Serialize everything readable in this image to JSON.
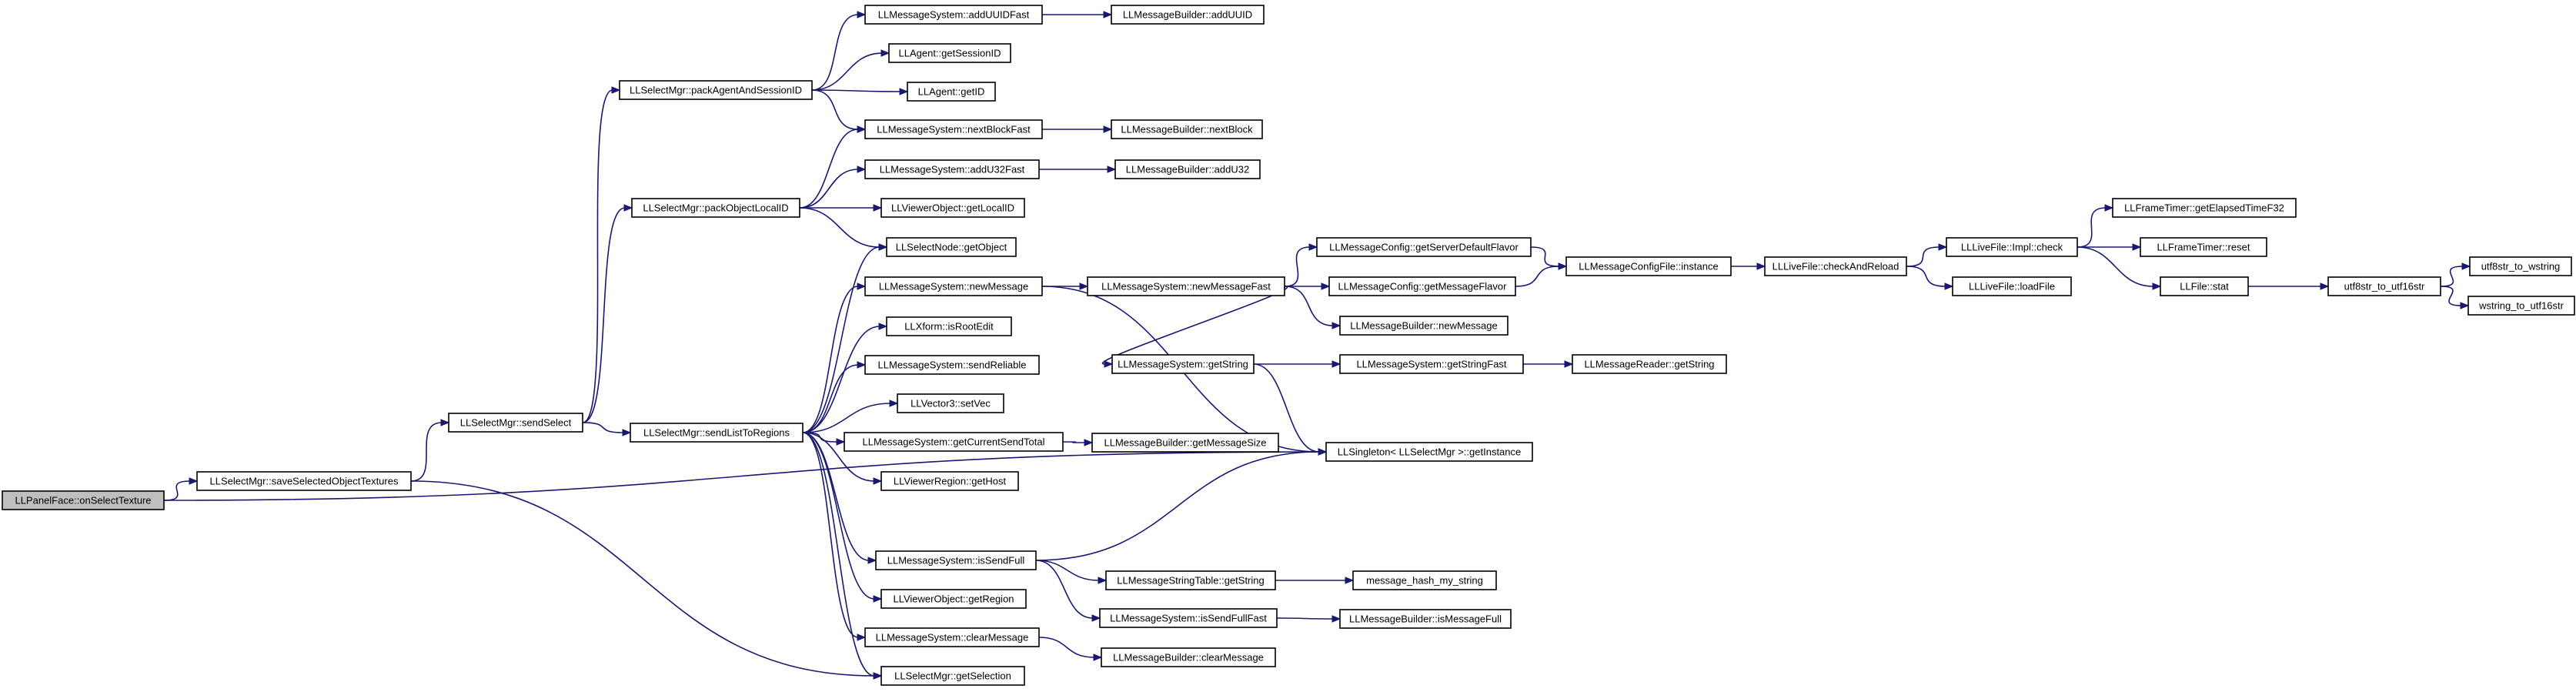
{
  "graph": {
    "edge_color": "#191970",
    "root_fill": "#bfbfbf",
    "nodes": [
      {
        "id": "n0",
        "label": "LLPanelFace::onSelectTexture",
        "root": true
      },
      {
        "id": "n1",
        "label": "LLSelectMgr::saveSelectedObjectTextures"
      },
      {
        "id": "n2",
        "label": "LLSelectMgr::sendSelect"
      },
      {
        "id": "n3",
        "label": "LLSelectMgr::packAgentAndSessionID"
      },
      {
        "id": "n4",
        "label": "LLSelectMgr::packObjectLocalID"
      },
      {
        "id": "n5",
        "label": "LLSelectMgr::sendListToRegions"
      },
      {
        "id": "n6",
        "label": "LLMessageSystem::addUUIDFast"
      },
      {
        "id": "n7",
        "label": "LLAgent::getSessionID"
      },
      {
        "id": "n8",
        "label": "LLAgent::getID"
      },
      {
        "id": "n9",
        "label": "LLMessageSystem::nextBlockFast"
      },
      {
        "id": "n10",
        "label": "LLMessageSystem::addU32Fast"
      },
      {
        "id": "n11",
        "label": "LLViewerObject::getLocalID"
      },
      {
        "id": "n12",
        "label": "LLSelectNode::getObject"
      },
      {
        "id": "n13",
        "label": "LLMessageSystem::newMessage"
      },
      {
        "id": "n14",
        "label": "LLXform::isRootEdit"
      },
      {
        "id": "n15",
        "label": "LLMessageSystem::sendReliable"
      },
      {
        "id": "n16",
        "label": "LLVector3::setVec"
      },
      {
        "id": "n17",
        "label": "LLMessageSystem::getCurrentSendTotal"
      },
      {
        "id": "n18",
        "label": "LLViewerRegion::getHost"
      },
      {
        "id": "n19",
        "label": "LLMessageSystem::isSendFull"
      },
      {
        "id": "n20",
        "label": "LLViewerObject::getRegion"
      },
      {
        "id": "n21",
        "label": "LLMessageSystem::clearMessage"
      },
      {
        "id": "n22",
        "label": "LLSelectMgr::getSelection"
      },
      {
        "id": "n23",
        "label": "LLMessageBuilder::addUUID"
      },
      {
        "id": "n24",
        "label": "LLMessageBuilder::nextBlock"
      },
      {
        "id": "n25",
        "label": "LLMessageBuilder::addU32"
      },
      {
        "id": "n26",
        "label": "LLMessageSystem::newMessageFast"
      },
      {
        "id": "n27",
        "label": "LLMessageSystem::getString"
      },
      {
        "id": "n28",
        "label": "LLMessageBuilder::getMessageSize"
      },
      {
        "id": "n29",
        "label": "LLMessageStringTable::getString"
      },
      {
        "id": "n30",
        "label": "LLMessageSystem::isSendFullFast"
      },
      {
        "id": "n31",
        "label": "LLMessageBuilder::clearMessage"
      },
      {
        "id": "n32",
        "label": "LLMessageConfig::getServerDefaultFlavor"
      },
      {
        "id": "n33",
        "label": "LLMessageConfig::getMessageFlavor"
      },
      {
        "id": "n34",
        "label": "LLMessageBuilder::newMessage"
      },
      {
        "id": "n35",
        "label": "LLMessageSystem::getStringFast"
      },
      {
        "id": "n36",
        "label": "LLSingleton< LLSelectMgr >::getInstance"
      },
      {
        "id": "n37",
        "label": "message_hash_my_string"
      },
      {
        "id": "n38",
        "label": "LLMessageBuilder::isMessageFull"
      },
      {
        "id": "n39",
        "label": "LLMessageConfigFile::instance"
      },
      {
        "id": "n40",
        "label": "LLMessageReader::getString"
      },
      {
        "id": "n41",
        "label": "LLLiveFile::checkAndReload"
      },
      {
        "id": "n42",
        "label": "LLLiveFile::Impl::check"
      },
      {
        "id": "n43",
        "label": "LLLiveFile::loadFile"
      },
      {
        "id": "n44",
        "label": "LLFrameTimer::getElapsedTimeF32"
      },
      {
        "id": "n45",
        "label": "LLFrameTimer::reset"
      },
      {
        "id": "n46",
        "label": "LLFile::stat"
      },
      {
        "id": "n47",
        "label": "utf8str_to_utf16str"
      },
      {
        "id": "n48",
        "label": "utf8str_to_wstring"
      },
      {
        "id": "n49",
        "label": "wstring_to_utf16str"
      }
    ],
    "edges": [
      [
        "n0",
        "n1"
      ],
      [
        "n0",
        "n36"
      ],
      [
        "n1",
        "n2"
      ],
      [
        "n1",
        "n22"
      ],
      [
        "n2",
        "n3"
      ],
      [
        "n2",
        "n4"
      ],
      [
        "n2",
        "n5"
      ],
      [
        "n3",
        "n6"
      ],
      [
        "n3",
        "n7"
      ],
      [
        "n3",
        "n8"
      ],
      [
        "n3",
        "n9"
      ],
      [
        "n4",
        "n9"
      ],
      [
        "n4",
        "n10"
      ],
      [
        "n4",
        "n11"
      ],
      [
        "n4",
        "n12"
      ],
      [
        "n5",
        "n12"
      ],
      [
        "n5",
        "n13"
      ],
      [
        "n5",
        "n14"
      ],
      [
        "n5",
        "n15"
      ],
      [
        "n5",
        "n16"
      ],
      [
        "n5",
        "n17"
      ],
      [
        "n5",
        "n18"
      ],
      [
        "n5",
        "n19"
      ],
      [
        "n5",
        "n20"
      ],
      [
        "n5",
        "n21"
      ],
      [
        "n5",
        "n22"
      ],
      [
        "n6",
        "n23"
      ],
      [
        "n9",
        "n24"
      ],
      [
        "n10",
        "n25"
      ],
      [
        "n13",
        "n26"
      ],
      [
        "n13",
        "n36"
      ],
      [
        "n26",
        "n32"
      ],
      [
        "n26",
        "n33"
      ],
      [
        "n26",
        "n34"
      ],
      [
        "n26",
        "n27"
      ],
      [
        "n27",
        "n35"
      ],
      [
        "n27",
        "n36"
      ],
      [
        "n17",
        "n28"
      ],
      [
        "n19",
        "n29"
      ],
      [
        "n19",
        "n30"
      ],
      [
        "n19",
        "n36"
      ],
      [
        "n21",
        "n31"
      ],
      [
        "n32",
        "n39"
      ],
      [
        "n33",
        "n39"
      ],
      [
        "n35",
        "n40"
      ],
      [
        "n29",
        "n37"
      ],
      [
        "n30",
        "n38"
      ],
      [
        "n39",
        "n41"
      ],
      [
        "n41",
        "n42"
      ],
      [
        "n41",
        "n43"
      ],
      [
        "n42",
        "n44"
      ],
      [
        "n42",
        "n45"
      ],
      [
        "n42",
        "n46"
      ],
      [
        "n46",
        "n47"
      ],
      [
        "n47",
        "n48"
      ],
      [
        "n47",
        "n49"
      ]
    ]
  }
}
